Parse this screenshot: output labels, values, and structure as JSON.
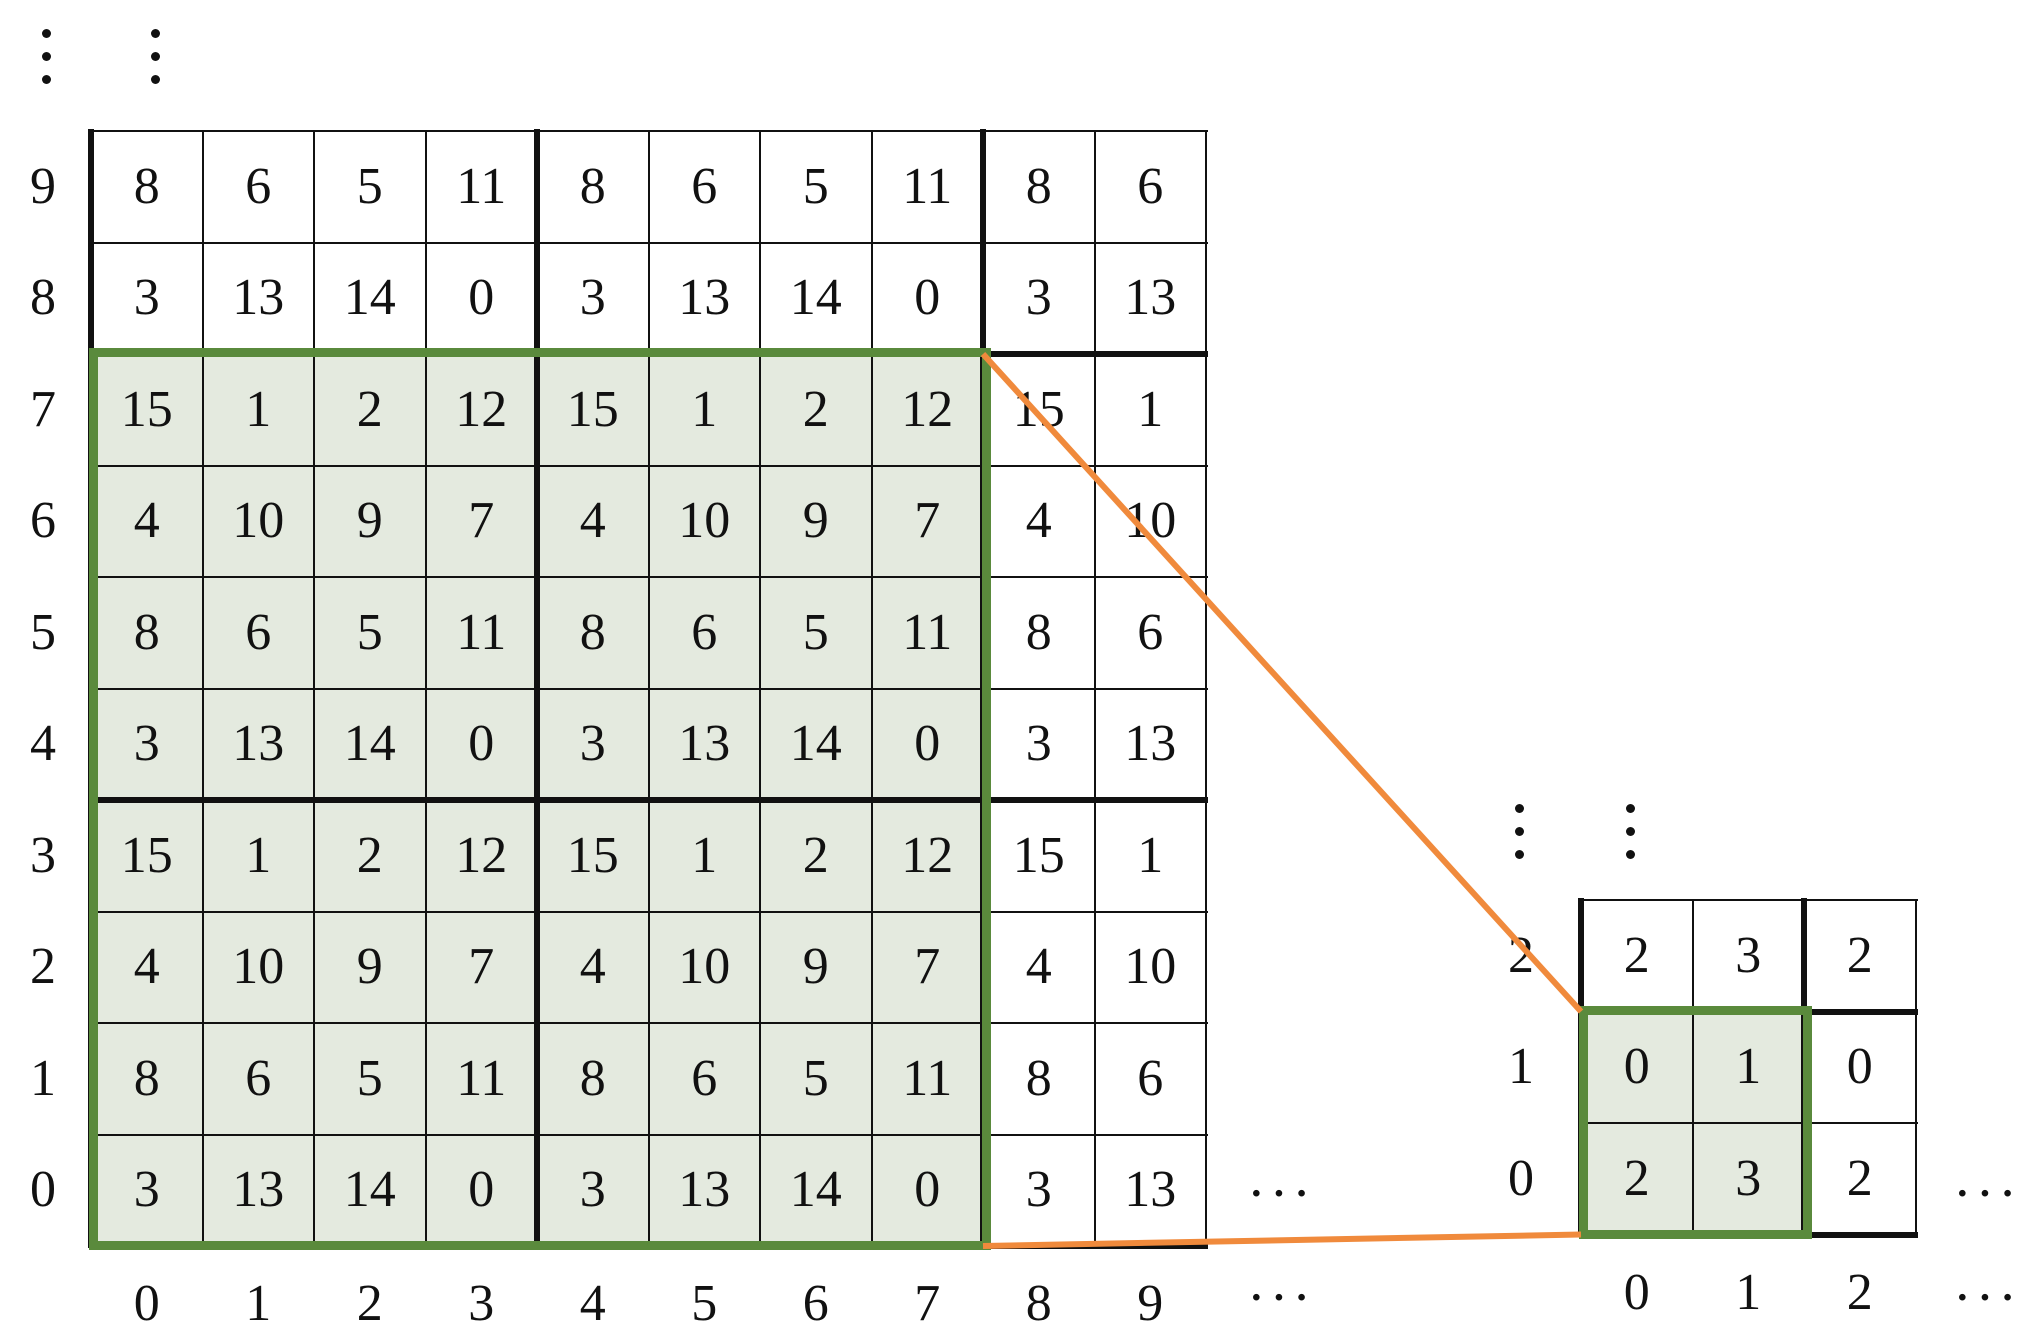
{
  "big_grid": {
    "rows_top_to_bottom": [
      [
        "8",
        "6",
        "5",
        "11",
        "8",
        "6",
        "5",
        "11",
        "8",
        "6"
      ],
      [
        "3",
        "13",
        "14",
        "0",
        "3",
        "13",
        "14",
        "0",
        "3",
        "13"
      ],
      [
        "15",
        "1",
        "2",
        "12",
        "15",
        "1",
        "2",
        "12",
        "15",
        "1"
      ],
      [
        "4",
        "10",
        "9",
        "7",
        "4",
        "10",
        "9",
        "7",
        "4",
        "10"
      ],
      [
        "8",
        "6",
        "5",
        "11",
        "8",
        "6",
        "5",
        "11",
        "8",
        "6"
      ],
      [
        "3",
        "13",
        "14",
        "0",
        "3",
        "13",
        "14",
        "0",
        "3",
        "13"
      ],
      [
        "15",
        "1",
        "2",
        "12",
        "15",
        "1",
        "2",
        "12",
        "15",
        "1"
      ],
      [
        "4",
        "10",
        "9",
        "7",
        "4",
        "10",
        "9",
        "7",
        "4",
        "10"
      ],
      [
        "8",
        "6",
        "5",
        "11",
        "8",
        "6",
        "5",
        "11",
        "8",
        "6"
      ],
      [
        "3",
        "13",
        "14",
        "0",
        "3",
        "13",
        "14",
        "0",
        "3",
        "13"
      ]
    ],
    "row_labels_top_to_bottom": [
      "9",
      "8",
      "7",
      "6",
      "5",
      "4",
      "3",
      "2",
      "1",
      "0"
    ],
    "col_labels": [
      "0",
      "1",
      "2",
      "3",
      "4",
      "5",
      "6",
      "7",
      "8",
      "9"
    ],
    "highlight": {
      "rows": 8,
      "cols": 8
    }
  },
  "small_grid": {
    "rows_top_to_bottom": [
      [
        "2",
        "3",
        "2"
      ],
      [
        "0",
        "1",
        "0"
      ],
      [
        "2",
        "3",
        "2"
      ]
    ],
    "row_labels_top_to_bottom": [
      "2",
      "1",
      "0"
    ],
    "col_labels": [
      "0",
      "1",
      "2"
    ],
    "highlight": {
      "rows": 2,
      "cols": 2
    }
  },
  "ellipsis": "···",
  "colors": {
    "highlight_fill": "#e4eadf",
    "highlight_border": "#5a8a3c",
    "connector": "#f08a3c",
    "grid": "#111111"
  }
}
